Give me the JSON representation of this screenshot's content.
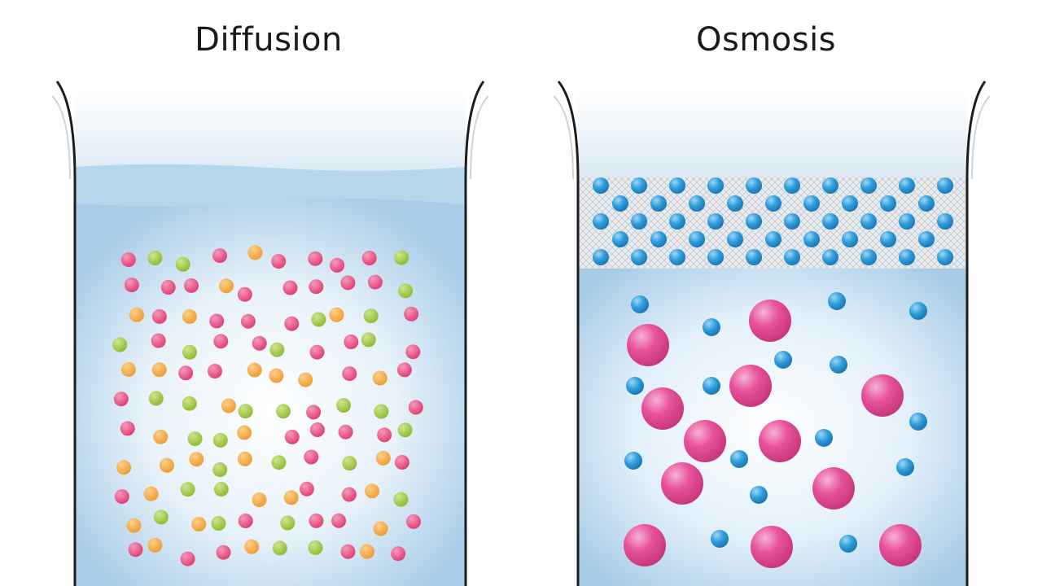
{
  "diagram": {
    "panels": [
      {
        "id": "diffusion",
        "title": "Diffusion"
      },
      {
        "id": "osmosis",
        "title": "Osmosis"
      }
    ],
    "colors": {
      "water_top": "#bcd8ec",
      "water_body": "#9fc8e6",
      "water_glow": "#ffffff",
      "beaker_stroke": "#1c1c1c",
      "particle_pink": "#e8467f",
      "particle_orange": "#f4a340",
      "particle_green": "#9ac53a",
      "solute_pink": "#e7529a",
      "water_molecule": "#2f9ddb",
      "membrane": "#d9dde2"
    },
    "icons": {
      "left_beaker": "beaker-icon",
      "right_beaker": "beaker-icon",
      "membrane": "semipermeable-membrane-icon"
    }
  }
}
